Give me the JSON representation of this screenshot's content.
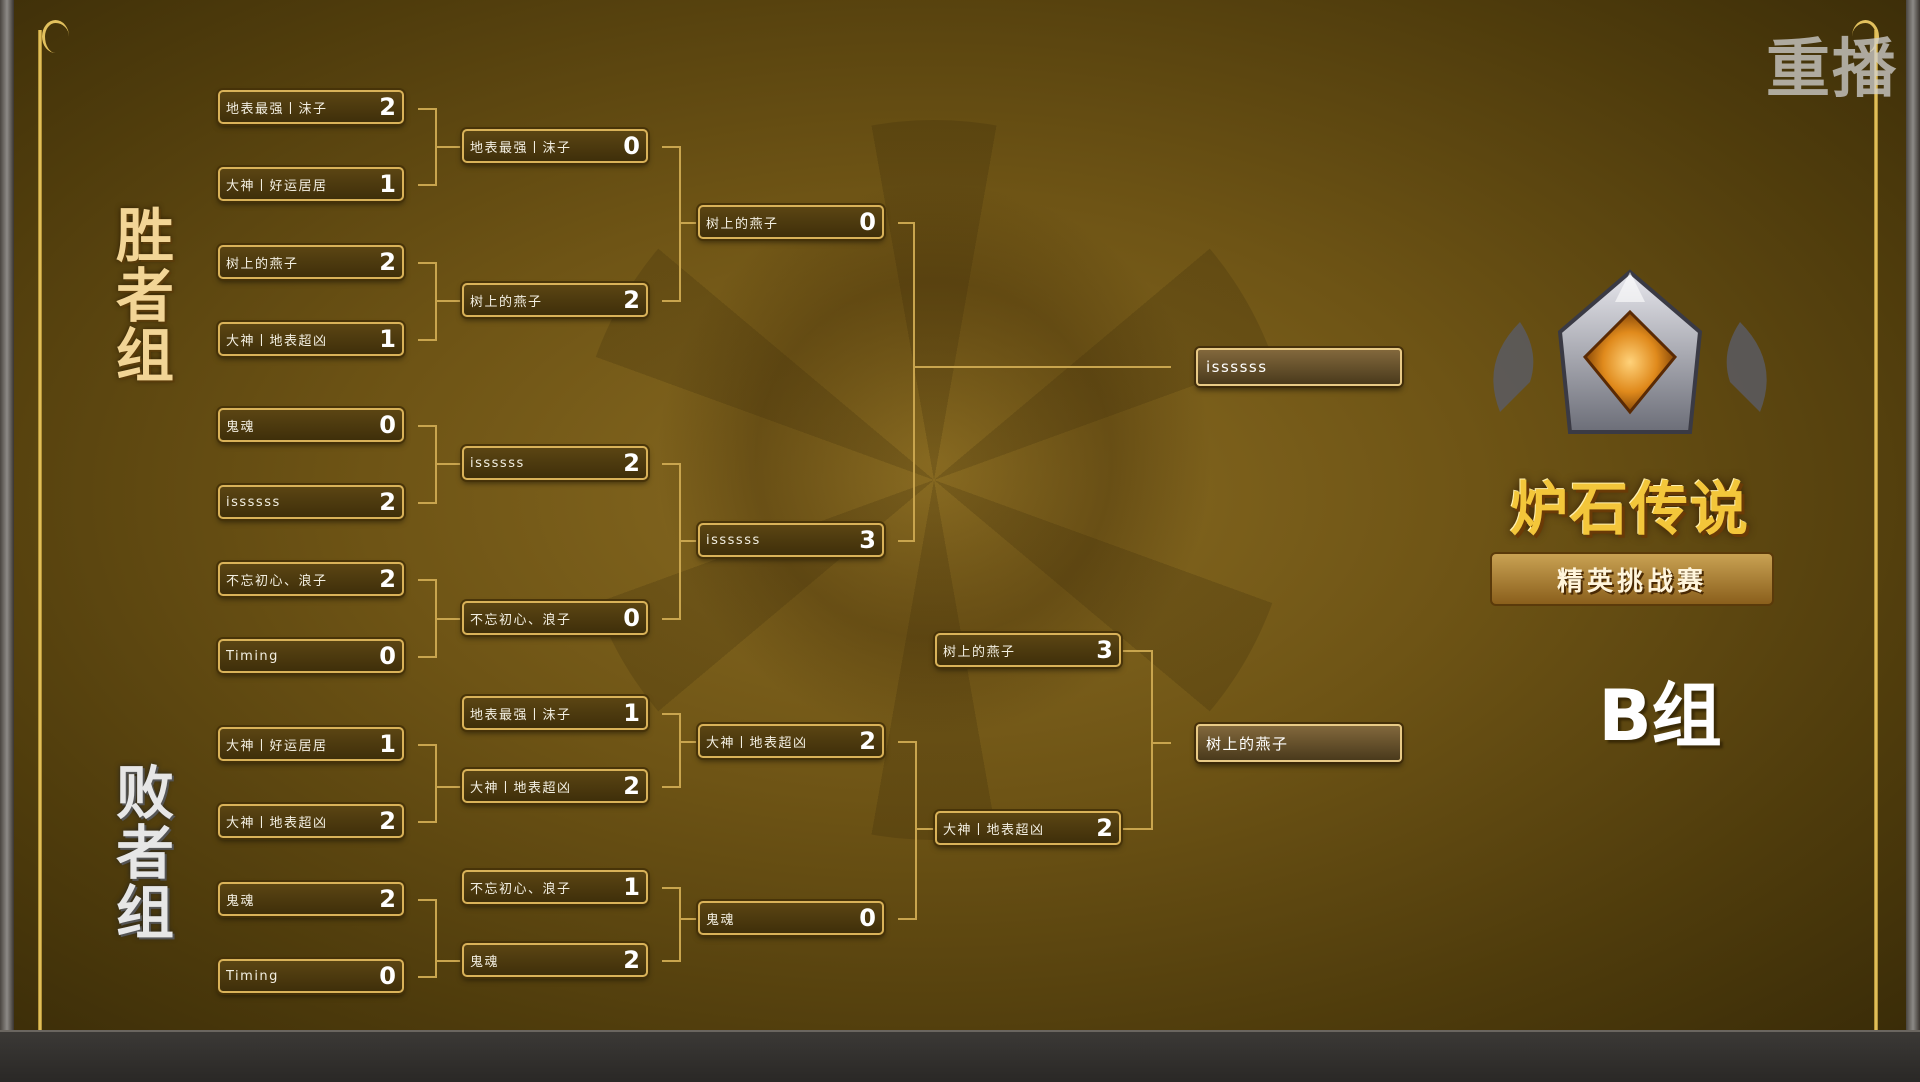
{
  "overlay": {
    "replay_label": "重播",
    "group_label": "B组"
  },
  "sections": {
    "winners_title": "胜者组",
    "losers_title": "败者组"
  },
  "logo": {
    "title": "炉石传说",
    "subtitle": "精英挑战赛"
  },
  "colors": {
    "background": "#6e5415",
    "slot_border": "#d9b259",
    "connector": "#c9a54e",
    "winners_title": "#f2d596",
    "losers_title": "#e6e6e6"
  },
  "winners_bracket": {
    "round1": [
      {
        "name": "地表最强丨沫子",
        "score": "2"
      },
      {
        "name": "大神丨好运居居",
        "score": "1"
      },
      {
        "name": "树上的燕子",
        "score": "2"
      },
      {
        "name": "大神丨地表超凶",
        "score": "1"
      },
      {
        "name": "鬼魂",
        "score": "0"
      },
      {
        "name": "issssss",
        "score": "2"
      },
      {
        "name": "不忘初心、浪子",
        "score": "2"
      },
      {
        "name": "Timing",
        "score": "0"
      }
    ],
    "round2": [
      {
        "name": "地表最强丨沫子",
        "score": "0"
      },
      {
        "name": "树上的燕子",
        "score": "2"
      },
      {
        "name": "issssss",
        "score": "2"
      },
      {
        "name": "不忘初心、浪子",
        "score": "0"
      }
    ],
    "round3": [
      {
        "name": "树上的燕子",
        "score": "0"
      },
      {
        "name": "issssss",
        "score": "3"
      }
    ],
    "winner": {
      "name": "issssss"
    }
  },
  "losers_bracket": {
    "round1": [
      {
        "name": "大神丨好运居居",
        "score": "1"
      },
      {
        "name": "大神丨地表超凶",
        "score": "2"
      },
      {
        "name": "鬼魂",
        "score": "2"
      },
      {
        "name": "Timing",
        "score": "0"
      }
    ],
    "round2": [
      {
        "name": "地表最强丨沫子",
        "score": "1"
      },
      {
        "name": "大神丨地表超凶",
        "score": "2"
      },
      {
        "name": "不忘初心、浪子",
        "score": "1"
      },
      {
        "name": "鬼魂",
        "score": "2"
      }
    ],
    "round3": [
      {
        "name": "大神丨地表超凶",
        "score": "2"
      },
      {
        "name": "鬼魂",
        "score": "0"
      }
    ],
    "round4": [
      {
        "name": "树上的燕子",
        "score": "3"
      },
      {
        "name": "大神丨地表超凶",
        "score": "2"
      }
    ],
    "winner": {
      "name": "树上的燕子"
    }
  }
}
